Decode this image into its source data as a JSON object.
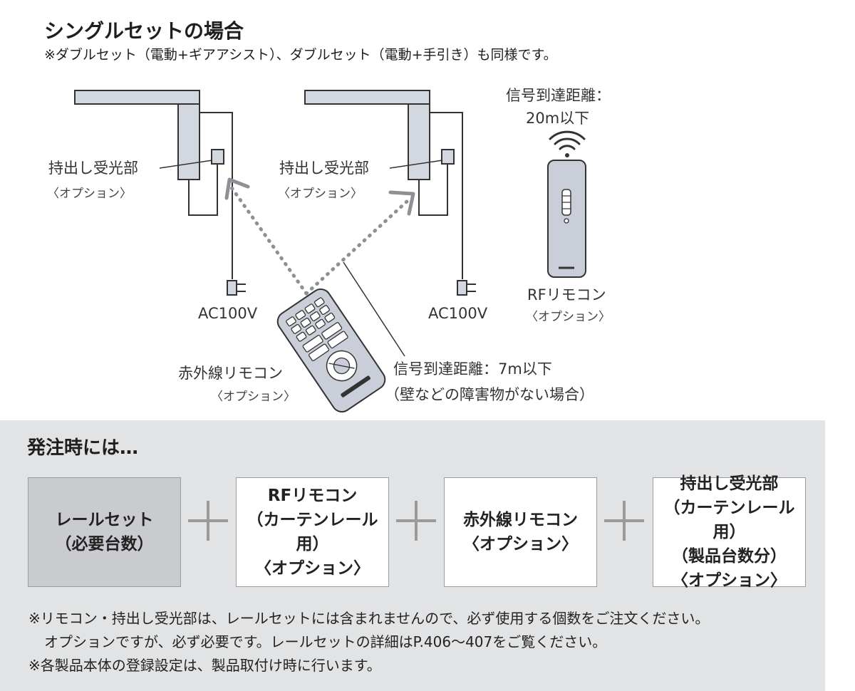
{
  "header": {
    "title": "シングルセットの場合",
    "subtitle": "※ダブルセット（電動+ギアアシスト）、ダブルセット（電動+手引き）も同様です。"
  },
  "diagram": {
    "left_receiver": {
      "name": "持出し受光部",
      "option": "〈オプション〉"
    },
    "right_receiver": {
      "name": "持出し受光部",
      "option": "〈オプション〉"
    },
    "left_power": "AC100V",
    "right_power": "AC100V",
    "rf_remote": {
      "range_line1": "信号到達距離：",
      "range_line2": "20m以下",
      "name": "RFリモコン",
      "option": "〈オプション〉"
    },
    "ir_remote": {
      "name": "赤外線リモコン",
      "option": "〈オプション〉",
      "range_line1": "信号到達距離：7m以下",
      "range_line2": "（壁などの障害物がない場合）"
    }
  },
  "order": {
    "heading": "発注時には…",
    "boxes": [
      "レールセット\n（必要台数）",
      "RFリモコン\n（カーテンレール用）\n〈オプション〉",
      "赤外線リモコン\n〈オプション〉",
      "持出し受光部\n（カーテンレール用）\n（製品台数分）\n〈オプション〉"
    ],
    "notes": [
      "※リモコン・持出し受光部は、レールセットには含まれませんので、必ず使用する個数をご注文ください。",
      "オプションですが、必ず必要です。レールセットの詳細はP.406～407をご覧ください。",
      "※各製品本体の登録設定は、製品取付け時に行います。"
    ]
  },
  "colors": {
    "rail_fill": "#d3d7e0",
    "remote_fill": "#c9ced8",
    "panel_bg": "#e2e3e4",
    "gray_box": "#c9cbce",
    "line": "#333333"
  }
}
